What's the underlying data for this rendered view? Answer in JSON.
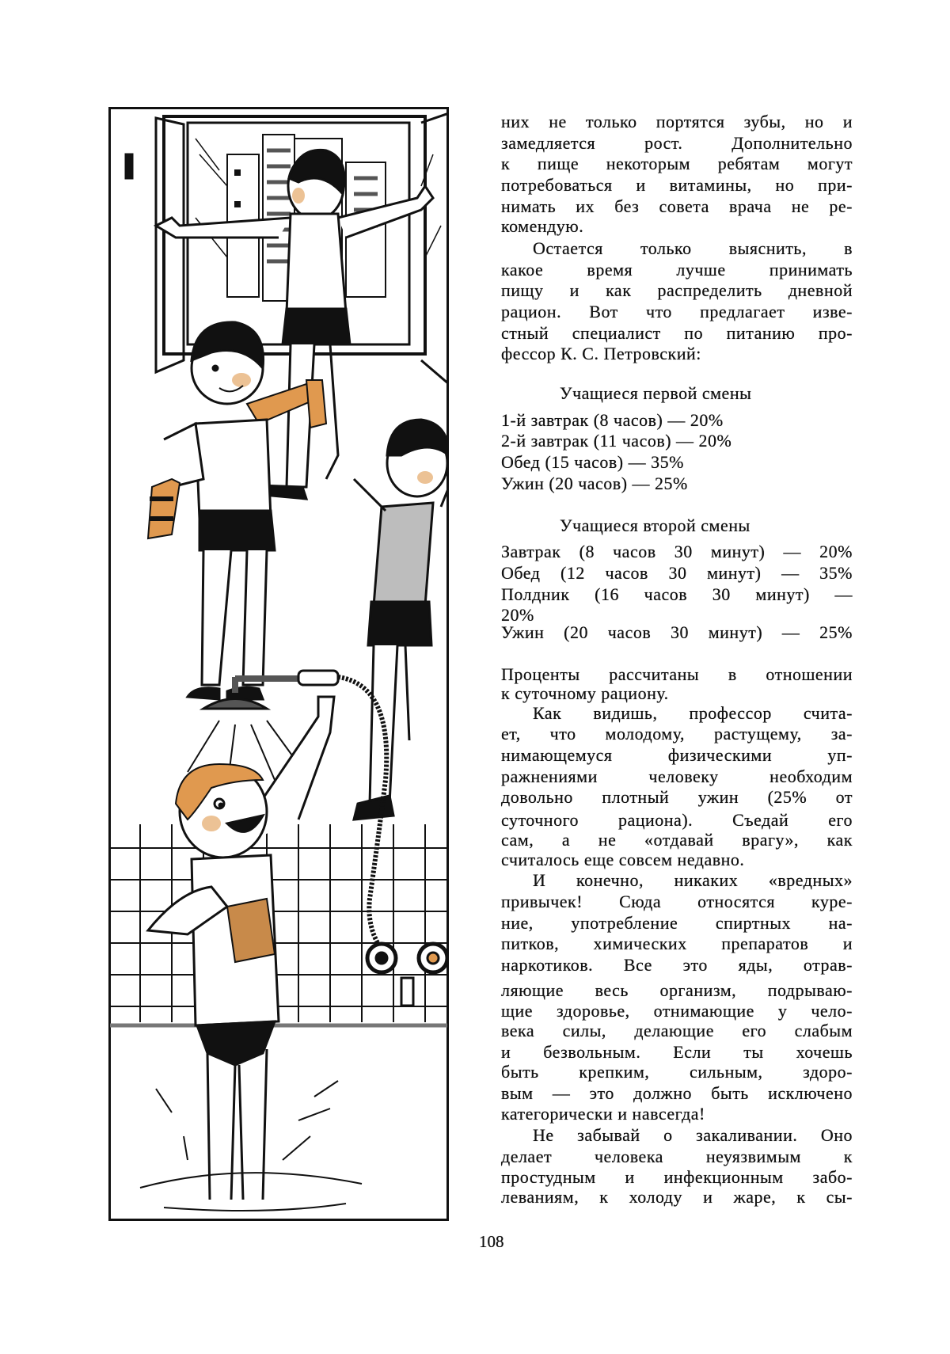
{
  "page": {
    "page_number": "108",
    "lines": [
      "них не только портятся зубы, но и",
      "замедляется рост. Дополнительно",
      "к пище некоторым ребятам могут",
      "потребоваться и витамины, но при-",
      "нимать их без совета врача не ре-",
      "комендую.",
      "Остается только выяснить, в",
      "какое время лучше принимать",
      "пищу и как распределить дневной",
      "рацион. Вот что предлагает изве-",
      "стный специалист по питанию про-",
      "фессор К. С. Петровский:",
      "Учащиеся первой смены",
      "1-й завтрак (8 часов) — 20%",
      "2-й завтрак (11 часов) — 20%",
      "Обед (15 часов) — 35%",
      "Ужин (20 часов) — 25%",
      "Учащиеся второй смены",
      "Завтрак (8 часов 30 минут) — 20%",
      "Обед (12 часов 30 минут) — 35%",
      "Полдник (16 часов 30 минут) —",
      "20%",
      "Ужин (20 часов 30 минут) — 25%",
      "Проценты рассчитаны в отношении",
      "к суточному рациону.",
      "Как видишь, профессор счита-",
      "ет, что молодому, растущему, за-",
      "нимающемуся физическими уп-",
      "ражнениями человеку необходим",
      "довольно плотный ужин (25% от",
      "суточного рациона). Съедай его",
      "сам, а не «отдавай врагу», как",
      "считалось еще совсем недавно.",
      "И конечно, никаких «вредных»",
      "привычек! Сюда относятся куре-",
      "ние, употребление спиртных на-",
      "питков, химических препаратов и",
      "наркотиков. Все это яды, отрав-",
      "ляющие весь организм, подрываю-",
      "щие здоровье, отнимающие у чело-",
      "века силы, делающие его слабым",
      "и безвольным. Если ты хочешь",
      "быть крепким, сильным, здоро-",
      "вым — это должно быть исключено",
      "категорически и навсегда!",
      "Не забывай о закаливании. Оно",
      "делает человека неуязвимым к",
      "простудным и инфекционным забо-",
      "леваниям, к холоду и жаре, к сы-"
    ]
  },
  "colors": {
    "ink": "#111111",
    "orange": "#e0994f",
    "grey": "#bdbdbd"
  }
}
